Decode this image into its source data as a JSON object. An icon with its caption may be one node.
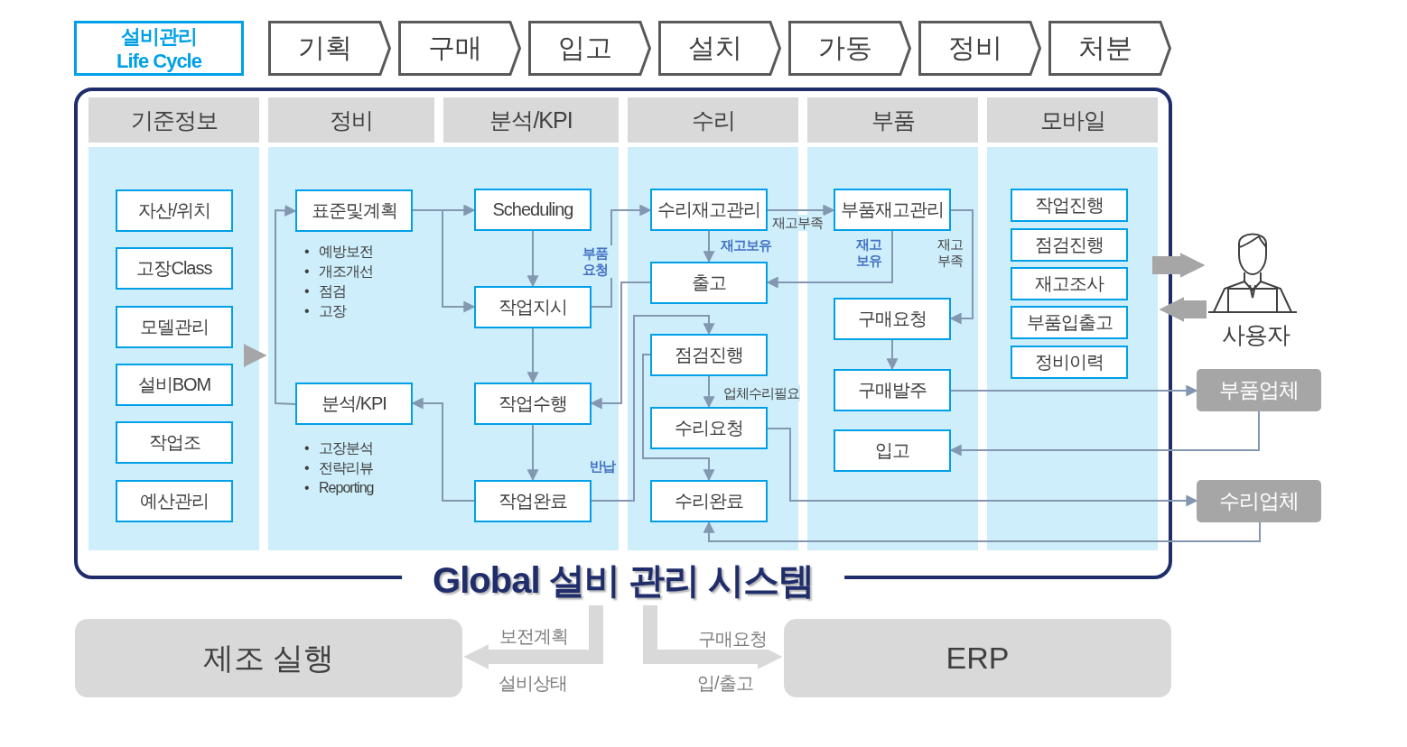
{
  "diagram": {
    "nodes": [
      {
        "text": [
          "설비관리 Life Cycle"
        ]
      },
      {
        "text": [
          "기획"
        ]
      },
      {
        "text": [
          "구매"
        ]
      },
      {
        "text": [
          "입고"
        ]
      },
      {
        "text": [
          "설치"
        ]
      },
      {
        "text": [
          "가동"
        ]
      },
      {
        "text": [
          "정비"
        ]
      },
      {
        "text": [
          "처분"
        ]
      },
      {
        "text": [
          "Global 설비 관리 시스템"
        ]
      },
      {
        "text": [
          "기준정보"
        ],
        "in": 8
      },
      {
        "text": [
          "자산/위치"
        ],
        "in": 9
      },
      {
        "text": [
          "고장Class"
        ],
        "in": 9
      },
      {
        "text": [
          "모델관리"
        ],
        "in": 9
      },
      {
        "text": [
          "설비BOM"
        ],
        "in": 9
      },
      {
        "text": [
          "작업조"
        ],
        "in": 9
      },
      {
        "text": [
          "예산관리"
        ],
        "in": 9
      },
      {
        "text": [
          "정비",
          "분석/KPI"
        ],
        "in": 8
      },
      {
        "text": [
          "표준및계획"
        ],
        "in": 16,
        "beside": [
          "• 예방보전",
          "• 개조개선",
          "• 점검",
          "• 고장"
        ]
      },
      {
        "text": [
          "Scheduling"
        ],
        "in": 16
      },
      {
        "text": [
          "작업지시"
        ],
        "in": 16
      },
      {
        "text": [
          "분석/KPI"
        ],
        "in": 16,
        "beside": [
          "• 고장분석",
          "• 전략리뷰",
          "• Reporting"
        ]
      },
      {
        "text": [
          "작업수행"
        ],
        "in": 16
      },
      {
        "text": [
          "작업완료"
        ],
        "in": 16
      },
      {
        "text": [
          "수리"
        ],
        "in": 8
      },
      {
        "text": [
          "수리재고관리"
        ],
        "in": 23
      },
      {
        "text": [
          "출고"
        ],
        "in": 23
      },
      {
        "text": [
          "점검진행"
        ],
        "in": 23
      },
      {
        "text": [
          "수리요청"
        ],
        "in": 23
      },
      {
        "text": [
          "수리완료"
        ],
        "in": 23
      },
      {
        "text": [
          "부품"
        ],
        "in": 8
      },
      {
        "text": [
          "부품재고관리"
        ],
        "in": 29
      },
      {
        "text": [
          "구매요청"
        ],
        "in": 29
      },
      {
        "text": [
          "구매발주"
        ],
        "in": 29
      },
      {
        "text": [
          "입고"
        ],
        "in": 29
      },
      {
        "text": [
          "모바일"
        ],
        "in": 8
      },
      {
        "text": [
          "작업진행"
        ],
        "in": 34
      },
      {
        "text": [
          "점검진행"
        ],
        "in": 34
      },
      {
        "text": [
          "재고조사"
        ],
        "in": 34
      },
      {
        "text": [
          "부품입출고"
        ],
        "in": 34
      },
      {
        "text": [
          "정비이력"
        ],
        "in": 34
      },
      {
        "text": [
          "사용자"
        ]
      },
      {
        "text": [
          "부품업체"
        ]
      },
      {
        "text": [
          "수리업체"
        ]
      },
      {
        "text": [
          "제조 실행"
        ]
      },
      {
        "text": [
          "ERP"
        ]
      }
    ],
    "edges": [
      {
        "from": 9,
        "to": 16,
        "arrow": "to",
        "style": "thick",
        "color": "#a6a6a6"
      },
      {
        "from": 20,
        "to": 17,
        "arrow": "to"
      },
      {
        "from": 17,
        "to": 18,
        "arrow": "to"
      },
      {
        "from": 17,
        "to": 19,
        "arrow": "to"
      },
      {
        "from": 18,
        "to": 19,
        "arrow": "to"
      },
      {
        "from": 19,
        "to": 24,
        "arrow": "to",
        "label": "부품 요청"
      },
      {
        "from": 19,
        "to": 21,
        "arrow": "to"
      },
      {
        "from": 21,
        "to": 22,
        "arrow": "to"
      },
      {
        "from": 22,
        "to": 20,
        "arrow": "to"
      },
      {
        "from": 25,
        "to": 21,
        "arrow": "to"
      },
      {
        "from": 22,
        "to": 26,
        "arrow": "to",
        "label": "반납"
      },
      {
        "from": 24,
        "to": 25,
        "arrow": "to",
        "label": "재고보유"
      },
      {
        "from": 24,
        "to": 30,
        "arrow": "to",
        "label": "재고부족"
      },
      {
        "from": 30,
        "to": 25,
        "arrow": "to",
        "label": "재고 보유"
      },
      {
        "from": 30,
        "to": 31,
        "arrow": "to",
        "label": "재고 부족"
      },
      {
        "from": 31,
        "to": 32,
        "arrow": "to"
      },
      {
        "from": 32,
        "to": 41,
        "arrow": "to"
      },
      {
        "from": 41,
        "to": 33,
        "arrow": "to"
      },
      {
        "from": 26,
        "to": 27,
        "arrow": "to",
        "label": "업체수리필요"
      },
      {
        "from": 26,
        "to": 28,
        "arrow": "to"
      },
      {
        "from": 27,
        "to": 42,
        "arrow": "to"
      },
      {
        "from": 42,
        "to": 28,
        "arrow": "to"
      },
      {
        "from": 34,
        "to": 40,
        "arrow": "to",
        "style": "thick",
        "color": "#a6a6a6"
      },
      {
        "from": 40,
        "to": 34,
        "arrow": "to",
        "style": "thick",
        "color": "#a6a6a6"
      },
      {
        "from": 8,
        "to": 43,
        "arrow": "both",
        "label": "보전계획",
        "style": "thick",
        "color": "#d9d9d9"
      },
      {
        "from": 8,
        "to": 44,
        "arrow": "both",
        "label": "구매요청",
        "style": "thick",
        "color": "#d9d9d9"
      }
    ],
    "labels": [
      "설비상태",
      "입/출고"
    ]
  }
}
